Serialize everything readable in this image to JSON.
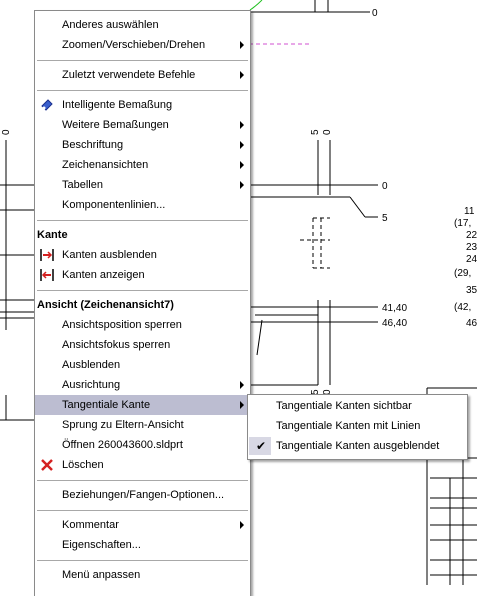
{
  "drawing": {
    "dims_right": [
      "0",
      "5",
      "41,40",
      "46,40"
    ],
    "dims_far": [
      "11",
      "(17,",
      "22",
      "23",
      "24",
      "(29,",
      "35",
      "(42,",
      "46"
    ],
    "dims_vertical": [
      "0",
      "5",
      "0",
      "5",
      "0"
    ]
  },
  "context_menu": {
    "items": [
      {
        "label": "Anderes auswählen"
      },
      {
        "label": "Zoomen/Verschieben/Drehen",
        "submenu": true
      },
      {
        "label": "Zuletzt verwendete Befehle",
        "submenu": true
      },
      {
        "label": "Intelligente Bemaßung",
        "icon": "smart-dimension-icon"
      },
      {
        "label": "Weitere Bemaßungen",
        "submenu": true
      },
      {
        "label": "Beschriftung",
        "submenu": true
      },
      {
        "label": "Zeichenansichten",
        "submenu": true
      },
      {
        "label": "Tabellen",
        "submenu": true
      },
      {
        "label": "Komponentenlinien..."
      },
      {
        "label": "Kante",
        "header": true
      },
      {
        "label": "Kanten ausblenden",
        "icon": "hide-edges-icon"
      },
      {
        "label": "Kanten anzeigen",
        "icon": "show-edges-icon"
      },
      {
        "label": "Ansicht (Zeichenansicht7)",
        "header": true
      },
      {
        "label": "Ansichtsposition sperren"
      },
      {
        "label": "Ansichtsfokus sperren"
      },
      {
        "label": "Ausblenden"
      },
      {
        "label": "Ausrichtung",
        "submenu": true
      },
      {
        "label": "Tangentiale Kante",
        "submenu": true,
        "highlighted": true
      },
      {
        "label": "Sprung zu Eltern-Ansicht"
      },
      {
        "label": "Öffnen 260043600.sldprt"
      },
      {
        "label": "Löschen",
        "icon": "delete-icon"
      },
      {
        "label": "Beziehungen/Fangen-Optionen..."
      },
      {
        "label": "Kommentar",
        "submenu": true
      },
      {
        "label": "Eigenschaften..."
      },
      {
        "label": "Menü anpassen"
      }
    ]
  },
  "submenu": {
    "items": [
      {
        "label": "Tangentiale Kanten sichtbar",
        "checked": false
      },
      {
        "label": "Tangentiale Kanten mit Linien",
        "checked": false
      },
      {
        "label": "Tangentiale Kanten ausgeblendet",
        "checked": true
      }
    ]
  },
  "colors": {
    "highlight": "#bcbdd1",
    "delete_red": "#d42020",
    "icon_blue": "#3a5fcd"
  }
}
